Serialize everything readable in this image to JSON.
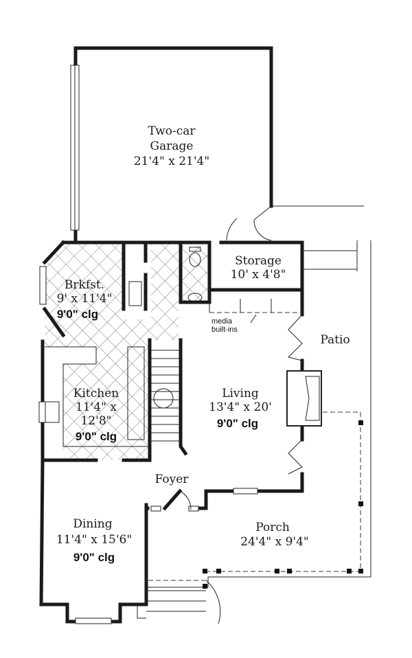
{
  "rooms": {
    "garage": {
      "name_line1": "Two-car",
      "name_line2": "Garage",
      "size": "21'4\"  x  21'4\""
    },
    "storage": {
      "name": "Storage",
      "size": "10'  x  4'8\""
    },
    "breakfast": {
      "name": "Brkfst.",
      "size": "9'  x  11'4\"",
      "ceiling": "9'0\"  clg"
    },
    "kitchen": {
      "name": "Kitchen",
      "size_line1": "11'4\"  x",
      "size_line2": "12'8\"",
      "ceiling": "9'0\"  clg"
    },
    "living": {
      "name": "Living",
      "size": "13'4\"  x  20'",
      "ceiling": "9'0\"  clg"
    },
    "foyer": {
      "name": "Foyer"
    },
    "dining": {
      "name": "Dining",
      "size": "11'4\"  x 15'6\"",
      "ceiling": "9'0\"  clg"
    },
    "porch": {
      "name": "Porch",
      "size": "24'4\"  x  9'4\""
    },
    "patio": {
      "name": "Patio"
    }
  },
  "notes": {
    "media_line1": "media",
    "media_line2": "built-ins"
  }
}
